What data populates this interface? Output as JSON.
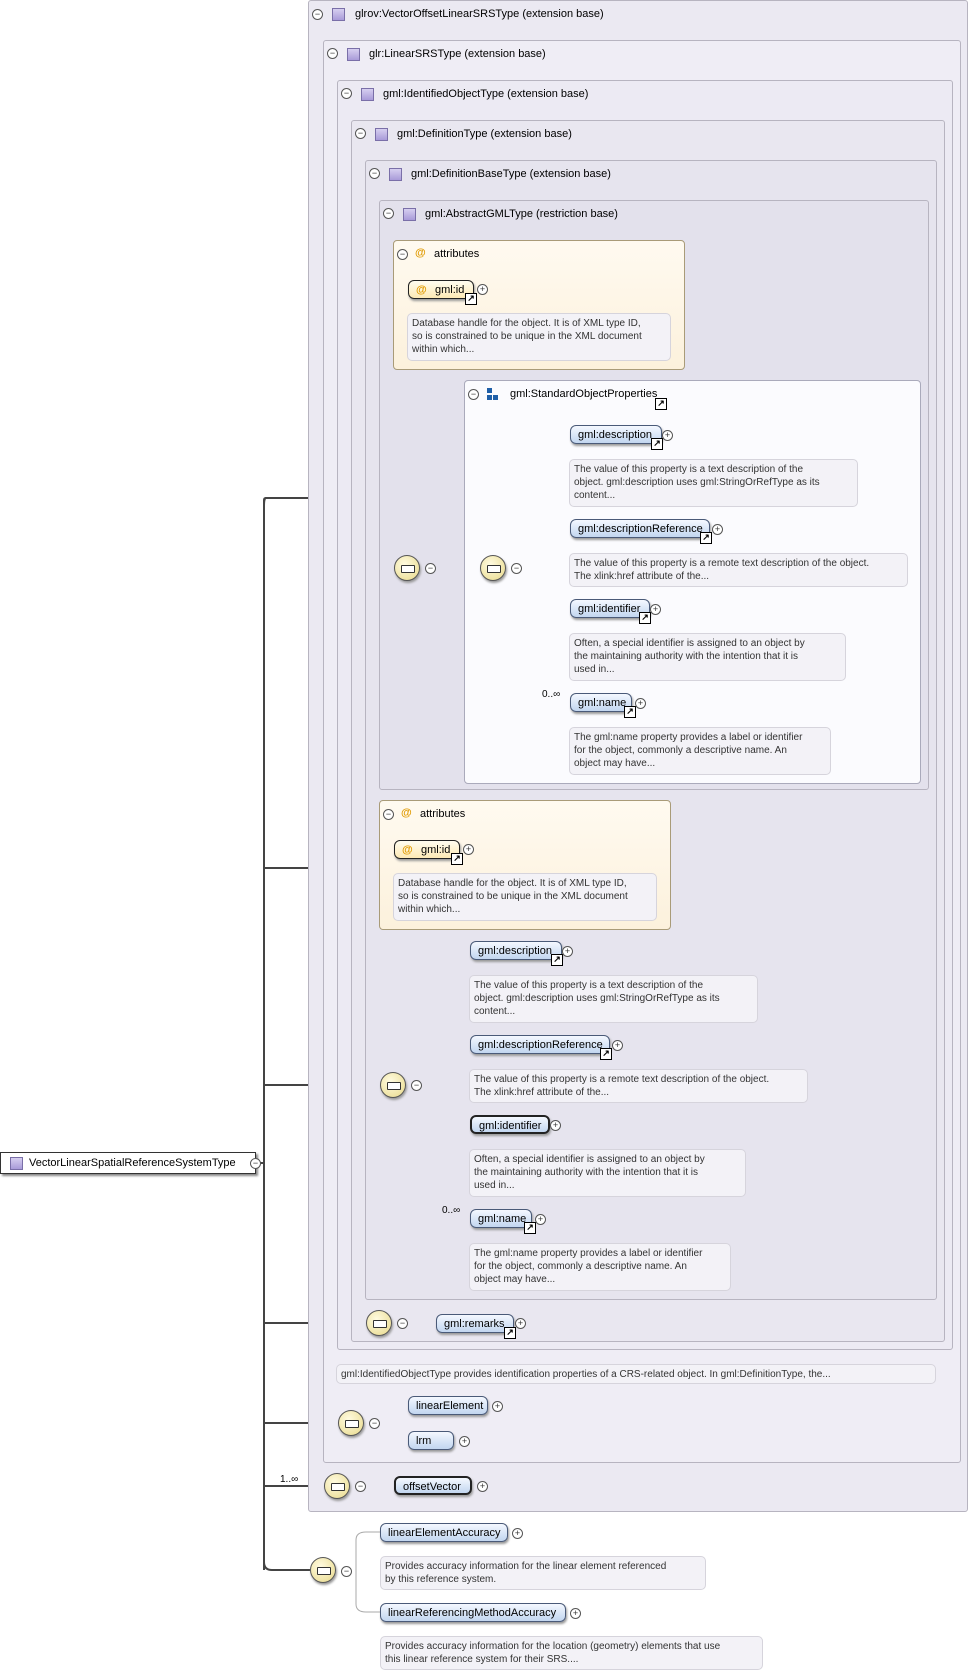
{
  "root": {
    "label": "VectorLinearSpatialReferenceSystemType"
  },
  "ext": {
    "vectorOffset": "glrov:VectorOffsetLinearSRSType (extension base)",
    "linearSRS": "glr:LinearSRSType (extension base)",
    "identifiedObject": "gml:IdentifiedObjectType (extension base)",
    "definition": "gml:DefinitionType (extension base)",
    "definitionBase": "gml:DefinitionBaseType (extension base)",
    "abstractGML": "gml:AbstractGMLType (restriction base)"
  },
  "attributes": {
    "label": "attributes",
    "at_symbol": "@",
    "id_label": "gml:id",
    "id_doc": "Database handle for the object. It is of XML type ID,\nso is constrained to be unique in the XML document\nwithin which..."
  },
  "group": {
    "label": "gml:StandardObjectProperties"
  },
  "elements": {
    "description": "gml:description",
    "description_doc": "The value of this property is a text description of the\nobject. gml:description uses gml:StringOrRefType as its\ncontent...",
    "descriptionReference": "gml:descriptionReference",
    "descriptionReference_doc": "The value of this property is a remote text description of the object.\nThe xlink:href attribute of the...",
    "identifier": "gml:identifier",
    "identifier_doc": "Often, a special identifier is assigned to an object by\nthe maintaining authority with the intention that it is\nused in...",
    "name": "gml:name",
    "name_doc": "The gml:name property provides a label or identifier\nfor the object, commonly a descriptive name. An\nobject may have...",
    "remarks": "gml:remarks",
    "identified_doc": "gml:IdentifiedObjectType provides identification properties of a CRS-related object. In gml:DefinitionType, the...",
    "linearElement": "linearElement",
    "lrm": "lrm",
    "offsetVector": "offsetVector",
    "linearElementAccuracy": "linearElementAccuracy",
    "linearElementAccuracy_doc": "Provides accuracy information for the linear element referenced\nby this reference system.",
    "linearReferencingMethodAccuracy": "linearReferencingMethodAccuracy",
    "linearReferencingMethodAccuracy_doc": "Provides accuracy information for the location (geometry) elements that use\nthis linear reference system for their SRS...."
  },
  "cardinality": {
    "zero_many": "0..∞",
    "one_many": "1..∞"
  },
  "icons": {
    "collapse": "minus-circle",
    "expand": "plus-circle",
    "link": "link-arrow-icon",
    "sequence": "sequence-compositor-icon",
    "type": "complex-type-icon",
    "group": "group-icon"
  }
}
